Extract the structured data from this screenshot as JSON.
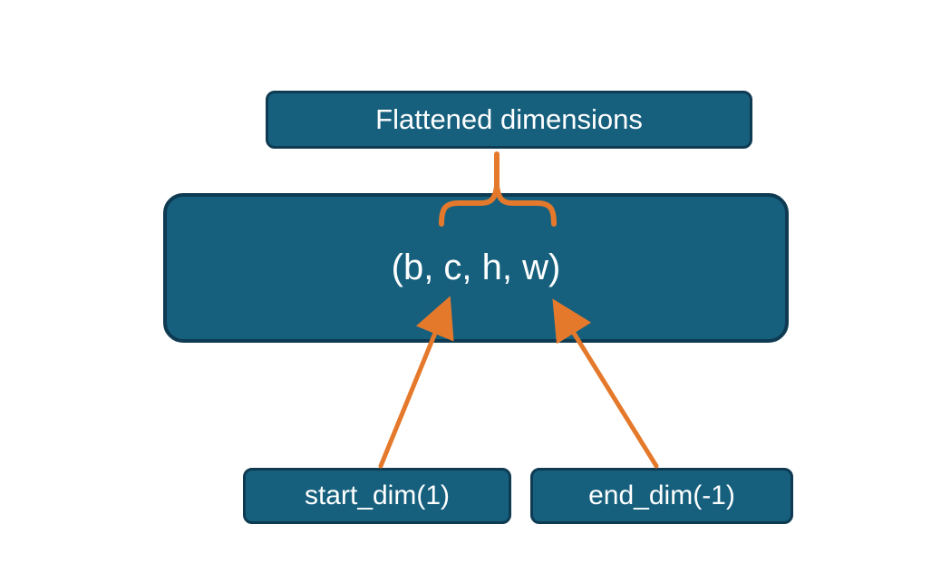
{
  "diagram": {
    "title_box": {
      "label": "Flattened dimensions"
    },
    "tensor_box": {
      "label": "(b, c, h, w)"
    },
    "start_dim_box": {
      "label": "start_dim(1)"
    },
    "end_dim_box": {
      "label": "end_dim(-1)"
    },
    "colors": {
      "node_fill": "#16607e",
      "node_border": "#0e3a52",
      "connector": "#e5792b",
      "text": "#ffffff",
      "background": "#ffffff"
    }
  }
}
